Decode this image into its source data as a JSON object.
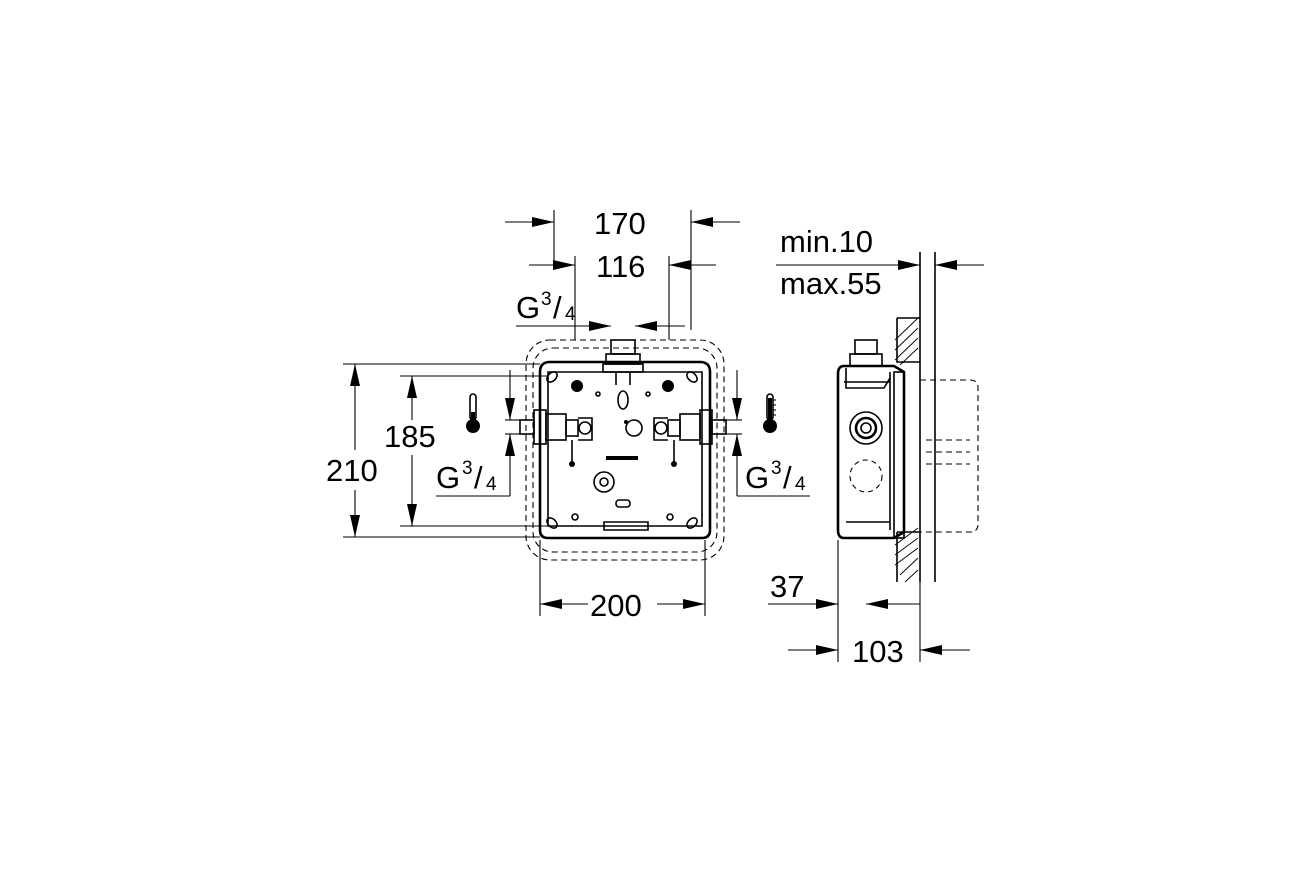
{
  "dimensions": {
    "width_top": "170",
    "width_inner": "116",
    "height_outer": "210",
    "height_inner": "185",
    "width_bottom": "200",
    "wall_min": "min.10",
    "wall_max": "max.55",
    "depth_front": "37",
    "depth_total": "103"
  },
  "connections": {
    "thread_letter": "G",
    "thread_numerator": "3",
    "thread_denominator": "4",
    "slash": "/"
  },
  "icons": {
    "left": "thermometer-cold-icon",
    "right": "thermometer-hot-icon"
  }
}
